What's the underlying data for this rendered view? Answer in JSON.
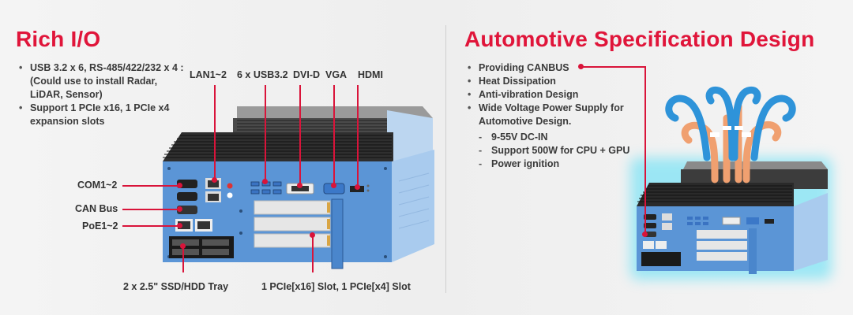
{
  "left": {
    "title": "Rich I/O",
    "bullets": [
      "USB 3.2 x 6, RS-485/422/232 x 4 : (Could use to install Radar, LiDAR, Sensor)",
      "Support 1 PCIe x16, 1 PCIe x4 expansion slots"
    ],
    "labels": {
      "lan": "LAN1~2",
      "usb": "6 x USB3.2",
      "dvi": "DVI-D",
      "vga": "VGA",
      "hdmi": "HDMI",
      "com": "COM1~2",
      "can": "CAN Bus",
      "poe": "PoE1~2",
      "ssd": "2 x 2.5\" SSD/HDD Tray",
      "pcie": "1 PCIe[x16] Slot, 1 PCIe[x4] Slot"
    }
  },
  "right": {
    "title": "Automotive Specification Design",
    "bullets": [
      "Providing CANBUS",
      "Heat Dissipation",
      "Anti-vibration Design",
      "Wide Voltage Power Supply for Automotive Design."
    ],
    "sub_bullets": [
      "9-55V DC-IN",
      "Support 500W for CPU + GPU",
      "Power ignition"
    ]
  },
  "colors": {
    "accent": "#e0153a",
    "chassis_blue": "#5b95d6",
    "heatsink": "#2b2b2b",
    "airflow_blue": "#2e93d9",
    "airflow_orange": "#f0a070",
    "glow": "#7fe3f5"
  }
}
